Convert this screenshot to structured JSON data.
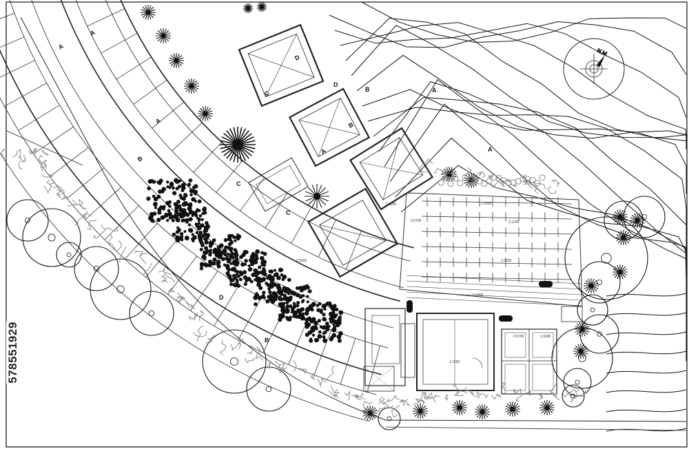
{
  "drawing": {
    "north_label": "N.M",
    "section_tags": [
      "A",
      "A",
      "B",
      "B",
      "C",
      "C",
      "D",
      "D"
    ],
    "room_tags": [
      "A",
      "A",
      "A",
      "B",
      "C",
      "D",
      "B",
      "A"
    ],
    "dimensions": [
      "1.0000",
      "2.1200",
      "1.0000",
      "2.1900",
      "0.5700",
      "1.0000",
      "0.5700",
      "1.1000",
      "2.1200",
      "0.5000"
    ]
  },
  "watermark": {
    "stock_id": "578551929"
  }
}
